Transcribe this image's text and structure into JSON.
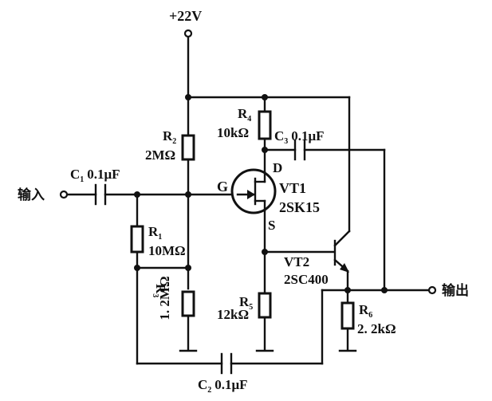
{
  "supply": {
    "label": "+22V"
  },
  "input": {
    "label": "输入"
  },
  "output": {
    "label": "输出"
  },
  "components": {
    "c1": {
      "ref": "C",
      "sub": "1",
      "value": "0.1μF"
    },
    "c2": {
      "ref": "C",
      "sub": "2",
      "value": "0.1μF"
    },
    "c3": {
      "ref": "C",
      "sub": "3",
      "value": "0.1μF"
    },
    "r1": {
      "ref": "R",
      "sub": "1",
      "value": "10MΩ"
    },
    "r2": {
      "ref": "R",
      "sub": "2",
      "value": "2MΩ"
    },
    "r3": {
      "ref": "R",
      "sub": "3",
      "value": "1. 2MΩ"
    },
    "r4": {
      "ref": "R",
      "sub": "4",
      "value": "10kΩ"
    },
    "r5": {
      "ref": "R",
      "sub": "5",
      "value": "12kΩ"
    },
    "r6": {
      "ref": "R",
      "sub": "6",
      "value": "2. 2kΩ"
    }
  },
  "vt1": {
    "name": "VT1",
    "part": "2SK15",
    "gate": "G",
    "drain": "D",
    "source": "S"
  },
  "vt2": {
    "name": "VT2",
    "part": "2SC400"
  }
}
